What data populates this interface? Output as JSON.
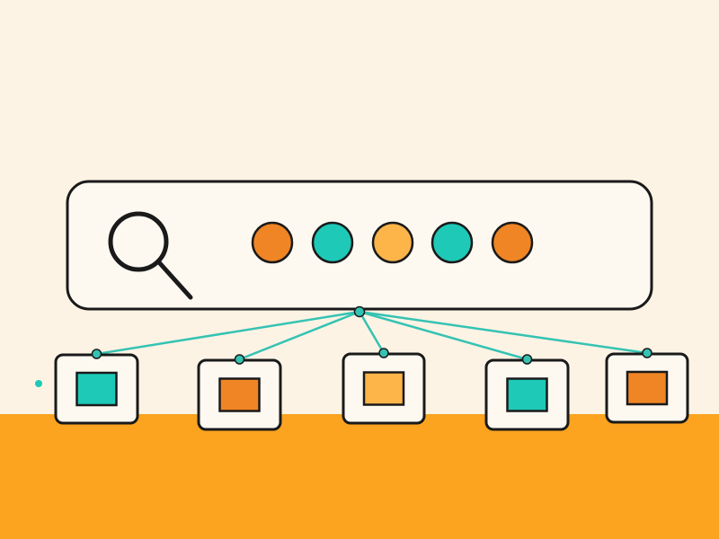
{
  "colors": {
    "background": "#fdf3e4",
    "ground": "#fca31f",
    "panel": "#fdf9f1",
    "outline": "#1a1a1a",
    "connector": "#34c3b3",
    "teal": "#1ec9b7",
    "orange": "#f08525",
    "amber": "#fdb54a"
  },
  "search_panel": {
    "icon": "magnifying-glass-icon",
    "dots": [
      {
        "name": "dot-1",
        "color": "orange"
      },
      {
        "name": "dot-2",
        "color": "teal"
      },
      {
        "name": "dot-3",
        "color": "amber"
      },
      {
        "name": "dot-4",
        "color": "teal"
      },
      {
        "name": "dot-5",
        "color": "orange"
      }
    ]
  },
  "result_cards": [
    {
      "name": "result-card-1",
      "color": "teal"
    },
    {
      "name": "result-card-2",
      "color": "orange"
    },
    {
      "name": "result-card-3",
      "color": "amber"
    },
    {
      "name": "result-card-4",
      "color": "teal"
    },
    {
      "name": "result-card-5",
      "color": "orange"
    }
  ]
}
